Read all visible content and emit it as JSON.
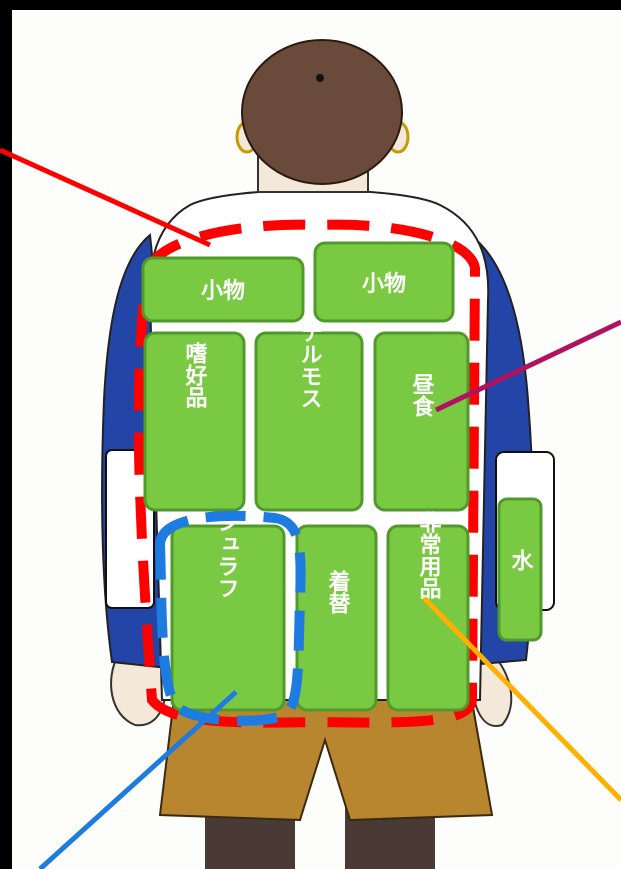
{
  "compartments": {
    "small1": "小物",
    "small2": "小物",
    "hobby": "嗜好品",
    "thermos": "テルモス",
    "lunch": "昼食",
    "sleeping_bag": "シュラフ",
    "change_clothes": "着替",
    "emergency": "非常用品",
    "water": "水"
  },
  "colors": {
    "compartment_fill": "#7ac943",
    "compartment_border": "#4f9a2b",
    "main_pack_outline": "#ff0000",
    "sleeping_bag_outline": "#1e7be0",
    "pointer_red": "#ff0000",
    "pointer_purple": "#b0125f",
    "pointer_blue": "#1e7be0",
    "pointer_orange": "#ffb000",
    "jacket": "#2445a8",
    "shorts": "#b8862f"
  }
}
